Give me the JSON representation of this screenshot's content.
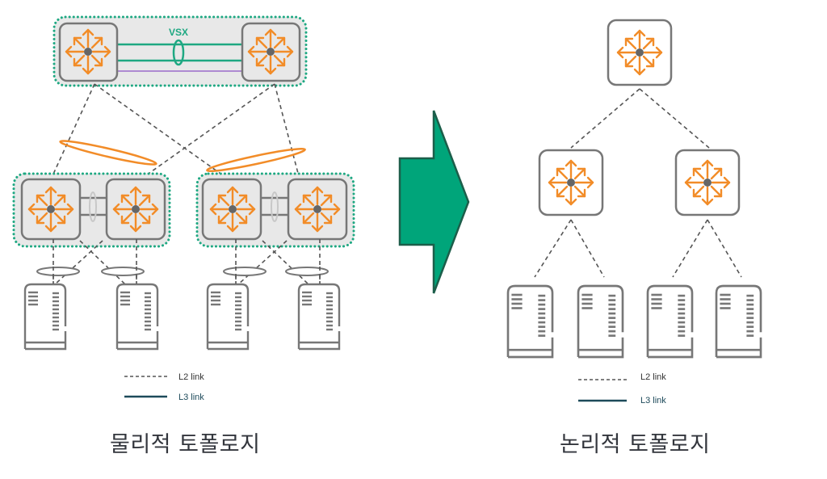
{
  "colors": {
    "switch_icon": "#f28c28",
    "switch_hub": "#666666",
    "box_border": "#777777",
    "box_fill": "#e8e8e8",
    "group_border": "#1ea882",
    "vsx_link": "#1ea882",
    "vsx_keepalive": "#9b6bc9",
    "lag_ring": "#f28c28",
    "l2_link": "#555555",
    "l3_link": "#1d4a5a",
    "arrow_fill": "#00a57a",
    "arrow_stroke": "#1c5e4a",
    "server": "#777777"
  },
  "physical": {
    "vsx_label": "VSX",
    "legend": [
      {
        "type": "dashed",
        "label": "L2 link"
      },
      {
        "type": "solid",
        "label": "L3 link"
      }
    ],
    "caption": "물리적 토폴로지"
  },
  "logical": {
    "legend": [
      {
        "type": "dashed",
        "label": "L2 link"
      },
      {
        "type": "solid",
        "label": "L3 link"
      }
    ],
    "caption": "논리적 토폴로지"
  }
}
